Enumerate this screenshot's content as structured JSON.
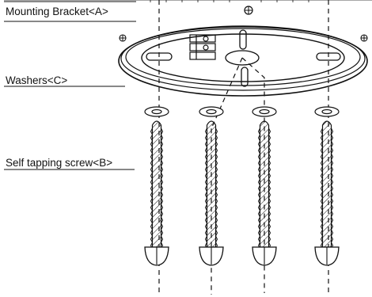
{
  "labels": {
    "mounting_bracket": "Mounting Bracket<A>",
    "washers": "Washers<C>",
    "self_tapping_screw": "Self tapping screw<B>"
  },
  "parts": {
    "screws": [
      {
        "id": "screw-1"
      },
      {
        "id": "screw-2"
      },
      {
        "id": "screw-3"
      },
      {
        "id": "screw-4"
      }
    ]
  },
  "colors": {
    "ink": "#111111",
    "paper": "#ffffff"
  }
}
